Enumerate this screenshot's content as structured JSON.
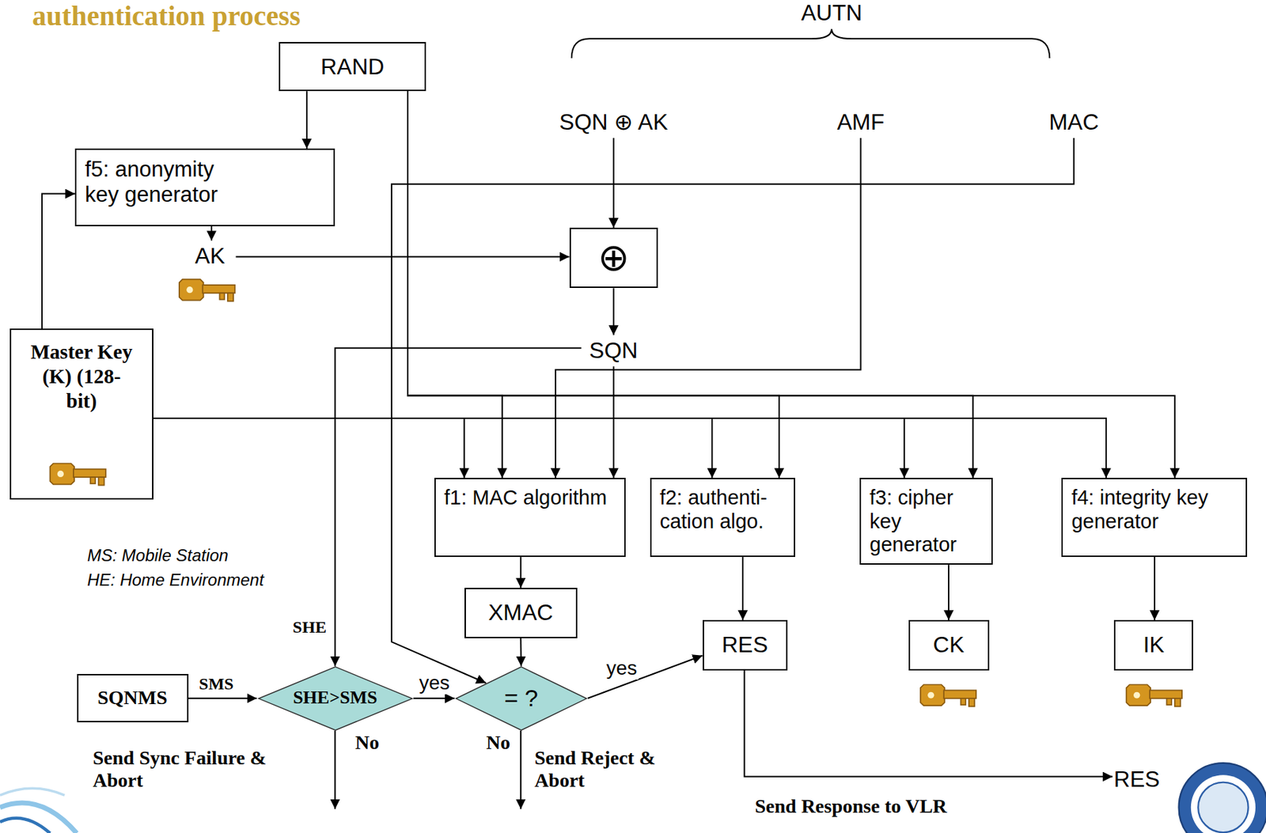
{
  "diagram": {
    "title": "authentication process",
    "nodes": [
      {
        "text": [
          "RAND"
        ]
      },
      {
        "text": [
          "f5: anonymity key generator"
        ]
      },
      {
        "text": [
          "AK"
        ]
      },
      {
        "text": [
          "Master Key (K) (128-bit)"
        ]
      },
      {
        "text": [
          "SQN ⊕ AK"
        ]
      },
      {
        "text": [
          "AMF"
        ]
      },
      {
        "text": [
          "MAC"
        ]
      },
      {
        "text": [
          "⊕"
        ]
      },
      {
        "text": [
          "SQN"
        ]
      },
      {
        "text": [
          "f1: MAC algorithm"
        ]
      },
      {
        "text": [
          "f2: authenti- cation algo."
        ]
      },
      {
        "text": [
          "f3: cipher key generator"
        ]
      },
      {
        "text": [
          "f4: integrity key generator"
        ]
      },
      {
        "text": [
          "XMAC"
        ]
      },
      {
        "text": [
          "RES"
        ]
      },
      {
        "text": [
          "CK"
        ]
      },
      {
        "text": [
          "IK"
        ]
      },
      {
        "text": [
          "SQNMS"
        ]
      },
      {
        "text": [
          "SHE>SMS"
        ]
      },
      {
        "text": [
          "= ?"
        ]
      },
      {
        "text": [
          "RES"
        ]
      }
    ],
    "edges": [
      {
        "from": 0,
        "to": 1,
        "arrow": "to"
      },
      {
        "from": 3,
        "to": 1,
        "arrow": "to"
      },
      {
        "from": 1,
        "to": 2,
        "arrow": "to"
      },
      {
        "from": 2,
        "to": 7,
        "arrow": "to"
      },
      {
        "from": 4,
        "to": 7,
        "arrow": "to"
      },
      {
        "from": 7,
        "to": 8,
        "arrow": "to"
      },
      {
        "from": 0,
        "to": 9,
        "arrow": "to"
      },
      {
        "from": 0,
        "to": 10,
        "arrow": "to"
      },
      {
        "from": 0,
        "to": 11,
        "arrow": "to"
      },
      {
        "from": 0,
        "to": 12,
        "arrow": "to"
      },
      {
        "from": 3,
        "to": 9,
        "arrow": "to"
      },
      {
        "from": 3,
        "to": 10,
        "arrow": "to"
      },
      {
        "from": 3,
        "to": 11,
        "arrow": "to"
      },
      {
        "from": 3,
        "to": 12,
        "arrow": "to"
      },
      {
        "from": 5,
        "to": 9,
        "arrow": "to"
      },
      {
        "from": 8,
        "to": 9,
        "arrow": "to"
      },
      {
        "from": 8,
        "to": 18,
        "label": "SHE",
        "arrow": "to"
      },
      {
        "from": 6,
        "to": 19,
        "arrow": "to"
      },
      {
        "from": 9,
        "to": 13,
        "arrow": "to"
      },
      {
        "from": 10,
        "to": 14,
        "arrow": "to"
      },
      {
        "from": 11,
        "to": 15,
        "arrow": "to"
      },
      {
        "from": 12,
        "to": 16,
        "arrow": "to"
      },
      {
        "from": 13,
        "to": 19,
        "arrow": "to"
      },
      {
        "from": 17,
        "to": 18,
        "label": "SMS",
        "arrow": "to"
      },
      {
        "from": 18,
        "to": 19,
        "label": "yes",
        "arrow": "to"
      },
      {
        "from": 19,
        "to": 14,
        "label": "yes",
        "arrow": "to"
      },
      {
        "from": 14,
        "to": 20,
        "arrow": "to"
      }
    ],
    "labels": [
      "AUTN",
      "MS: Mobile Station",
      "HE: Home Environment",
      "No",
      "No",
      "Send Sync Failure & Abort",
      "Send Reject & Abort",
      "Send Response to VLR"
    ]
  }
}
